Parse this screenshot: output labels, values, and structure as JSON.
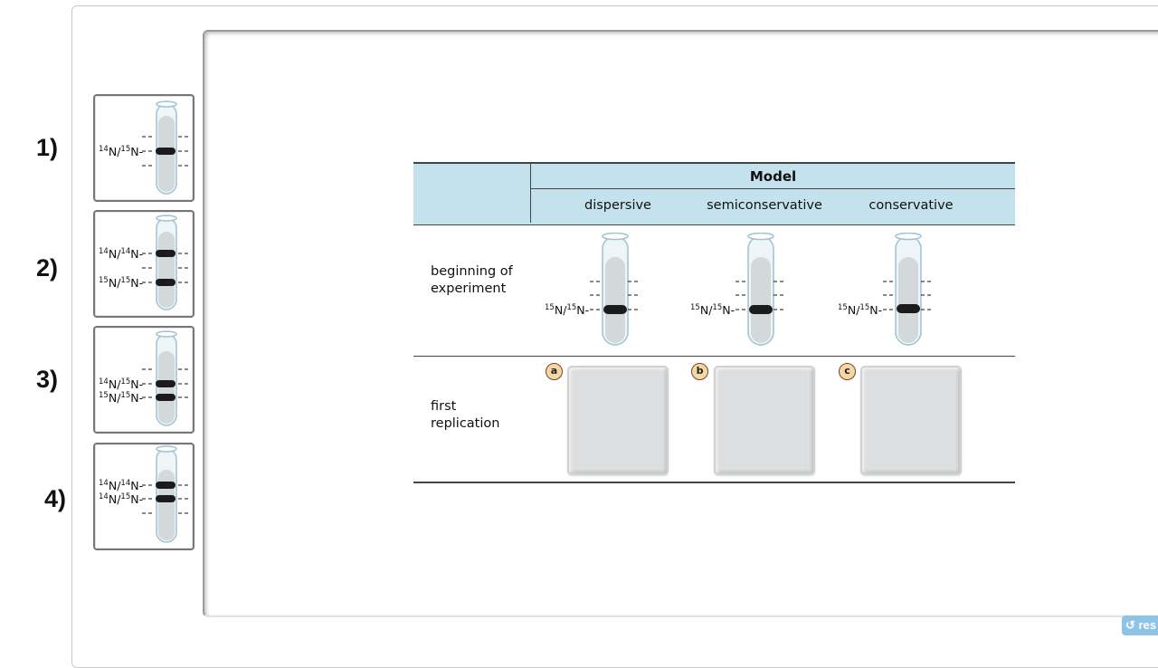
{
  "choices": [
    {
      "number": "1)",
      "labels": [
        {
          "top": "14",
          "bottom": "15"
        }
      ]
    },
    {
      "number": "2)",
      "labels": [
        {
          "top": "14",
          "bottom": "14"
        },
        {
          "top": "15",
          "bottom": "15"
        }
      ]
    },
    {
      "number": "3)",
      "labels": [
        {
          "top": "14",
          "bottom": "15"
        },
        {
          "top": "15",
          "bottom": "15"
        }
      ]
    },
    {
      "number": "4)",
      "labels": [
        {
          "top": "14",
          "bottom": "14"
        },
        {
          "top": "14",
          "bottom": "15"
        }
      ]
    }
  ],
  "isotope_element": "N",
  "table": {
    "title": "Model",
    "columns": [
      "dispersive",
      "semiconservative",
      "conservative"
    ],
    "rows": {
      "beginning": "beginning of experiment",
      "beginning_line1": "beginning of",
      "beginning_line2": "experiment",
      "first_line1": "first",
      "first_line2": "replication"
    },
    "beginning_label": {
      "top": "15",
      "bottom": "15"
    },
    "drop_badges": [
      "a",
      "b",
      "c"
    ]
  },
  "reset_label": "res",
  "colors": {
    "header_bg": "#c4e2ee",
    "badge_bg": "#f7d6a5",
    "drop_box": "#dcdedf",
    "reset_bg": "#8ec3e6"
  }
}
